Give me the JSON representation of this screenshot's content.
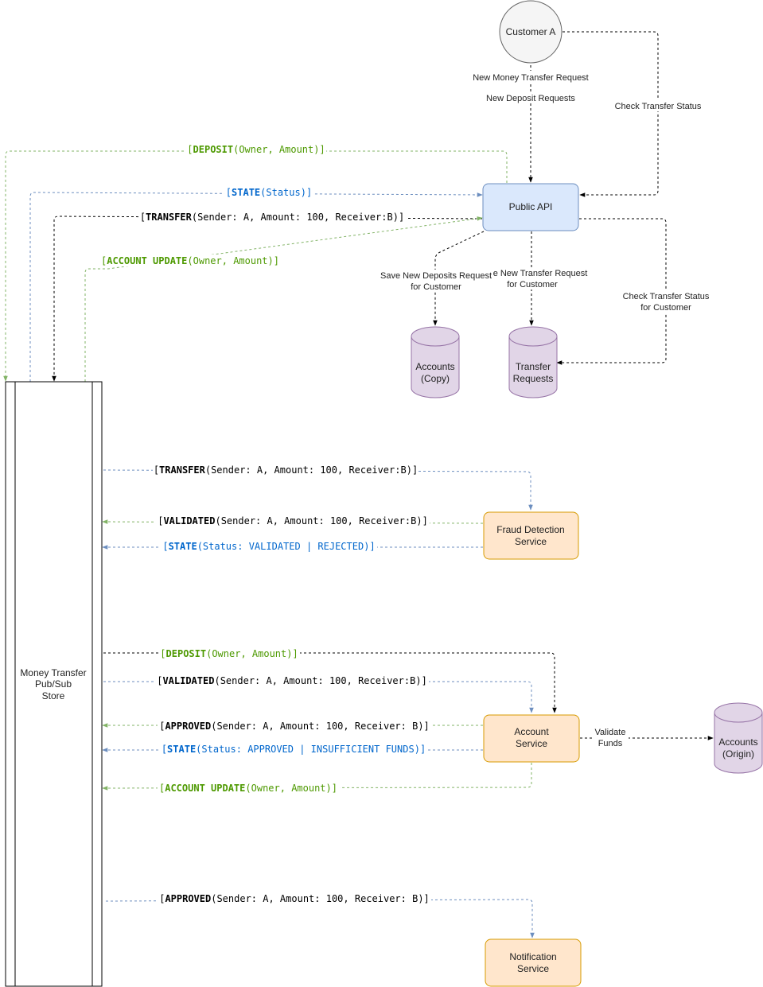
{
  "colors": {
    "black": "#000000",
    "green": "#82b366",
    "green_text": "#4d9900",
    "blue": "#6c8ebf",
    "blue_text": "#0066cc",
    "service_fill": "#ffe6cc",
    "service_stroke": "#d79b00",
    "api_fill": "#dae8fc",
    "api_stroke": "#6c8ebf",
    "db_fill": "#e1d5e7",
    "db_stroke": "#9673a6"
  },
  "nodes": {
    "customer": "Customer A",
    "public_api": "Public API",
    "accounts_copy": [
      "Accounts",
      "(Copy)"
    ],
    "transfer_requests": [
      "Transfer",
      "Requests"
    ],
    "pubsub": [
      "Money Transfer",
      "Pub/Sub",
      "Store"
    ],
    "fraud": [
      "Fraud Detection",
      "Service"
    ],
    "account_service": [
      "Account",
      "Service"
    ],
    "accounts_origin": [
      "Accounts",
      "(Origin)"
    ],
    "notification": [
      "Notification",
      "Service"
    ]
  },
  "edge_labels": {
    "new_money_transfer": "New Money Transfer Request",
    "new_deposit": "New Deposit Requests",
    "check_status": "Check Transfer Status",
    "save_deposits": [
      "Save New Deposits Request",
      "for Customer"
    ],
    "save_transfer": [
      "e New Transfer Request",
      "for Customer"
    ],
    "check_status_customer": [
      "Check Transfer Status",
      "for Customer"
    ],
    "validate_funds": [
      "Validate",
      "Funds"
    ]
  },
  "messages": {
    "deposit_top": {
      "kw": "DEPOSIT",
      "args": "(Owner, Amount)"
    },
    "state_top": {
      "kw": "STATE",
      "args": "(Status)"
    },
    "transfer_top": {
      "kw": "TRANSFER",
      "args": "(Sender: A, Amount: 100, Receiver:B)"
    },
    "account_update_top": {
      "kw": "ACCOUNT UPDATE",
      "args": "(Owner, Amount)"
    },
    "transfer_fraud": {
      "kw": "TRANSFER",
      "args": "(Sender: A, Amount: 100, Receiver:B)"
    },
    "validated_fraud": {
      "kw": "VALIDATED",
      "args": "(Sender: A, Amount: 100, Receiver:B)"
    },
    "state_fraud": {
      "kw": "STATE",
      "args": "(Status: VALIDATED | REJECTED)"
    },
    "deposit_acct": {
      "kw": "DEPOSIT",
      "args": "(Owner, Amount)"
    },
    "validated_acct": {
      "kw": "VALIDATED",
      "args": "(Sender: A, Amount: 100, Receiver:B)"
    },
    "approved_acct": {
      "kw": "APPROVED",
      "args": "(Sender: A, Amount: 100, Receiver: B)"
    },
    "state_acct": {
      "kw": "STATE",
      "args": "(Status: APPROVED | INSUFFICIENT FUNDS)"
    },
    "account_update_acct": {
      "kw": "ACCOUNT UPDATE",
      "args": "(Owner, Amount)"
    },
    "approved_notify": {
      "kw": "APPROVED",
      "args": "(Sender: A, Amount: 100, Receiver: B)"
    }
  }
}
